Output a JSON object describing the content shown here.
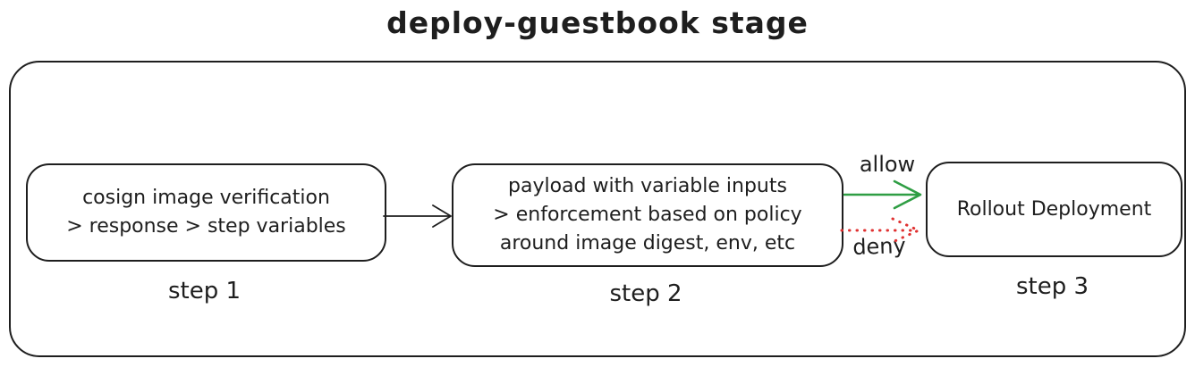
{
  "title": "deploy-guestbook stage",
  "colors": {
    "ink": "#1e1e1e",
    "allow_green": "#2f9e44",
    "deny_red": "#e03131"
  },
  "steps": [
    {
      "label": "step 1",
      "lines": [
        "cosign image verification",
        "> response > step variables"
      ]
    },
    {
      "label": "step 2",
      "lines": [
        "payload with variable inputs",
        "> enforcement based on policy",
        "around image digest, env, etc"
      ]
    },
    {
      "label": "step 3",
      "lines": [
        "Rollout Deployment"
      ]
    }
  ],
  "edges": [
    {
      "name": "step1-to-step2",
      "style": "solid",
      "color": "#1e1e1e",
      "label": ""
    },
    {
      "name": "allow",
      "style": "solid",
      "color": "#2f9e44",
      "label": "allow"
    },
    {
      "name": "deny",
      "style": "dotted",
      "color": "#e03131",
      "label": "deny"
    }
  ]
}
